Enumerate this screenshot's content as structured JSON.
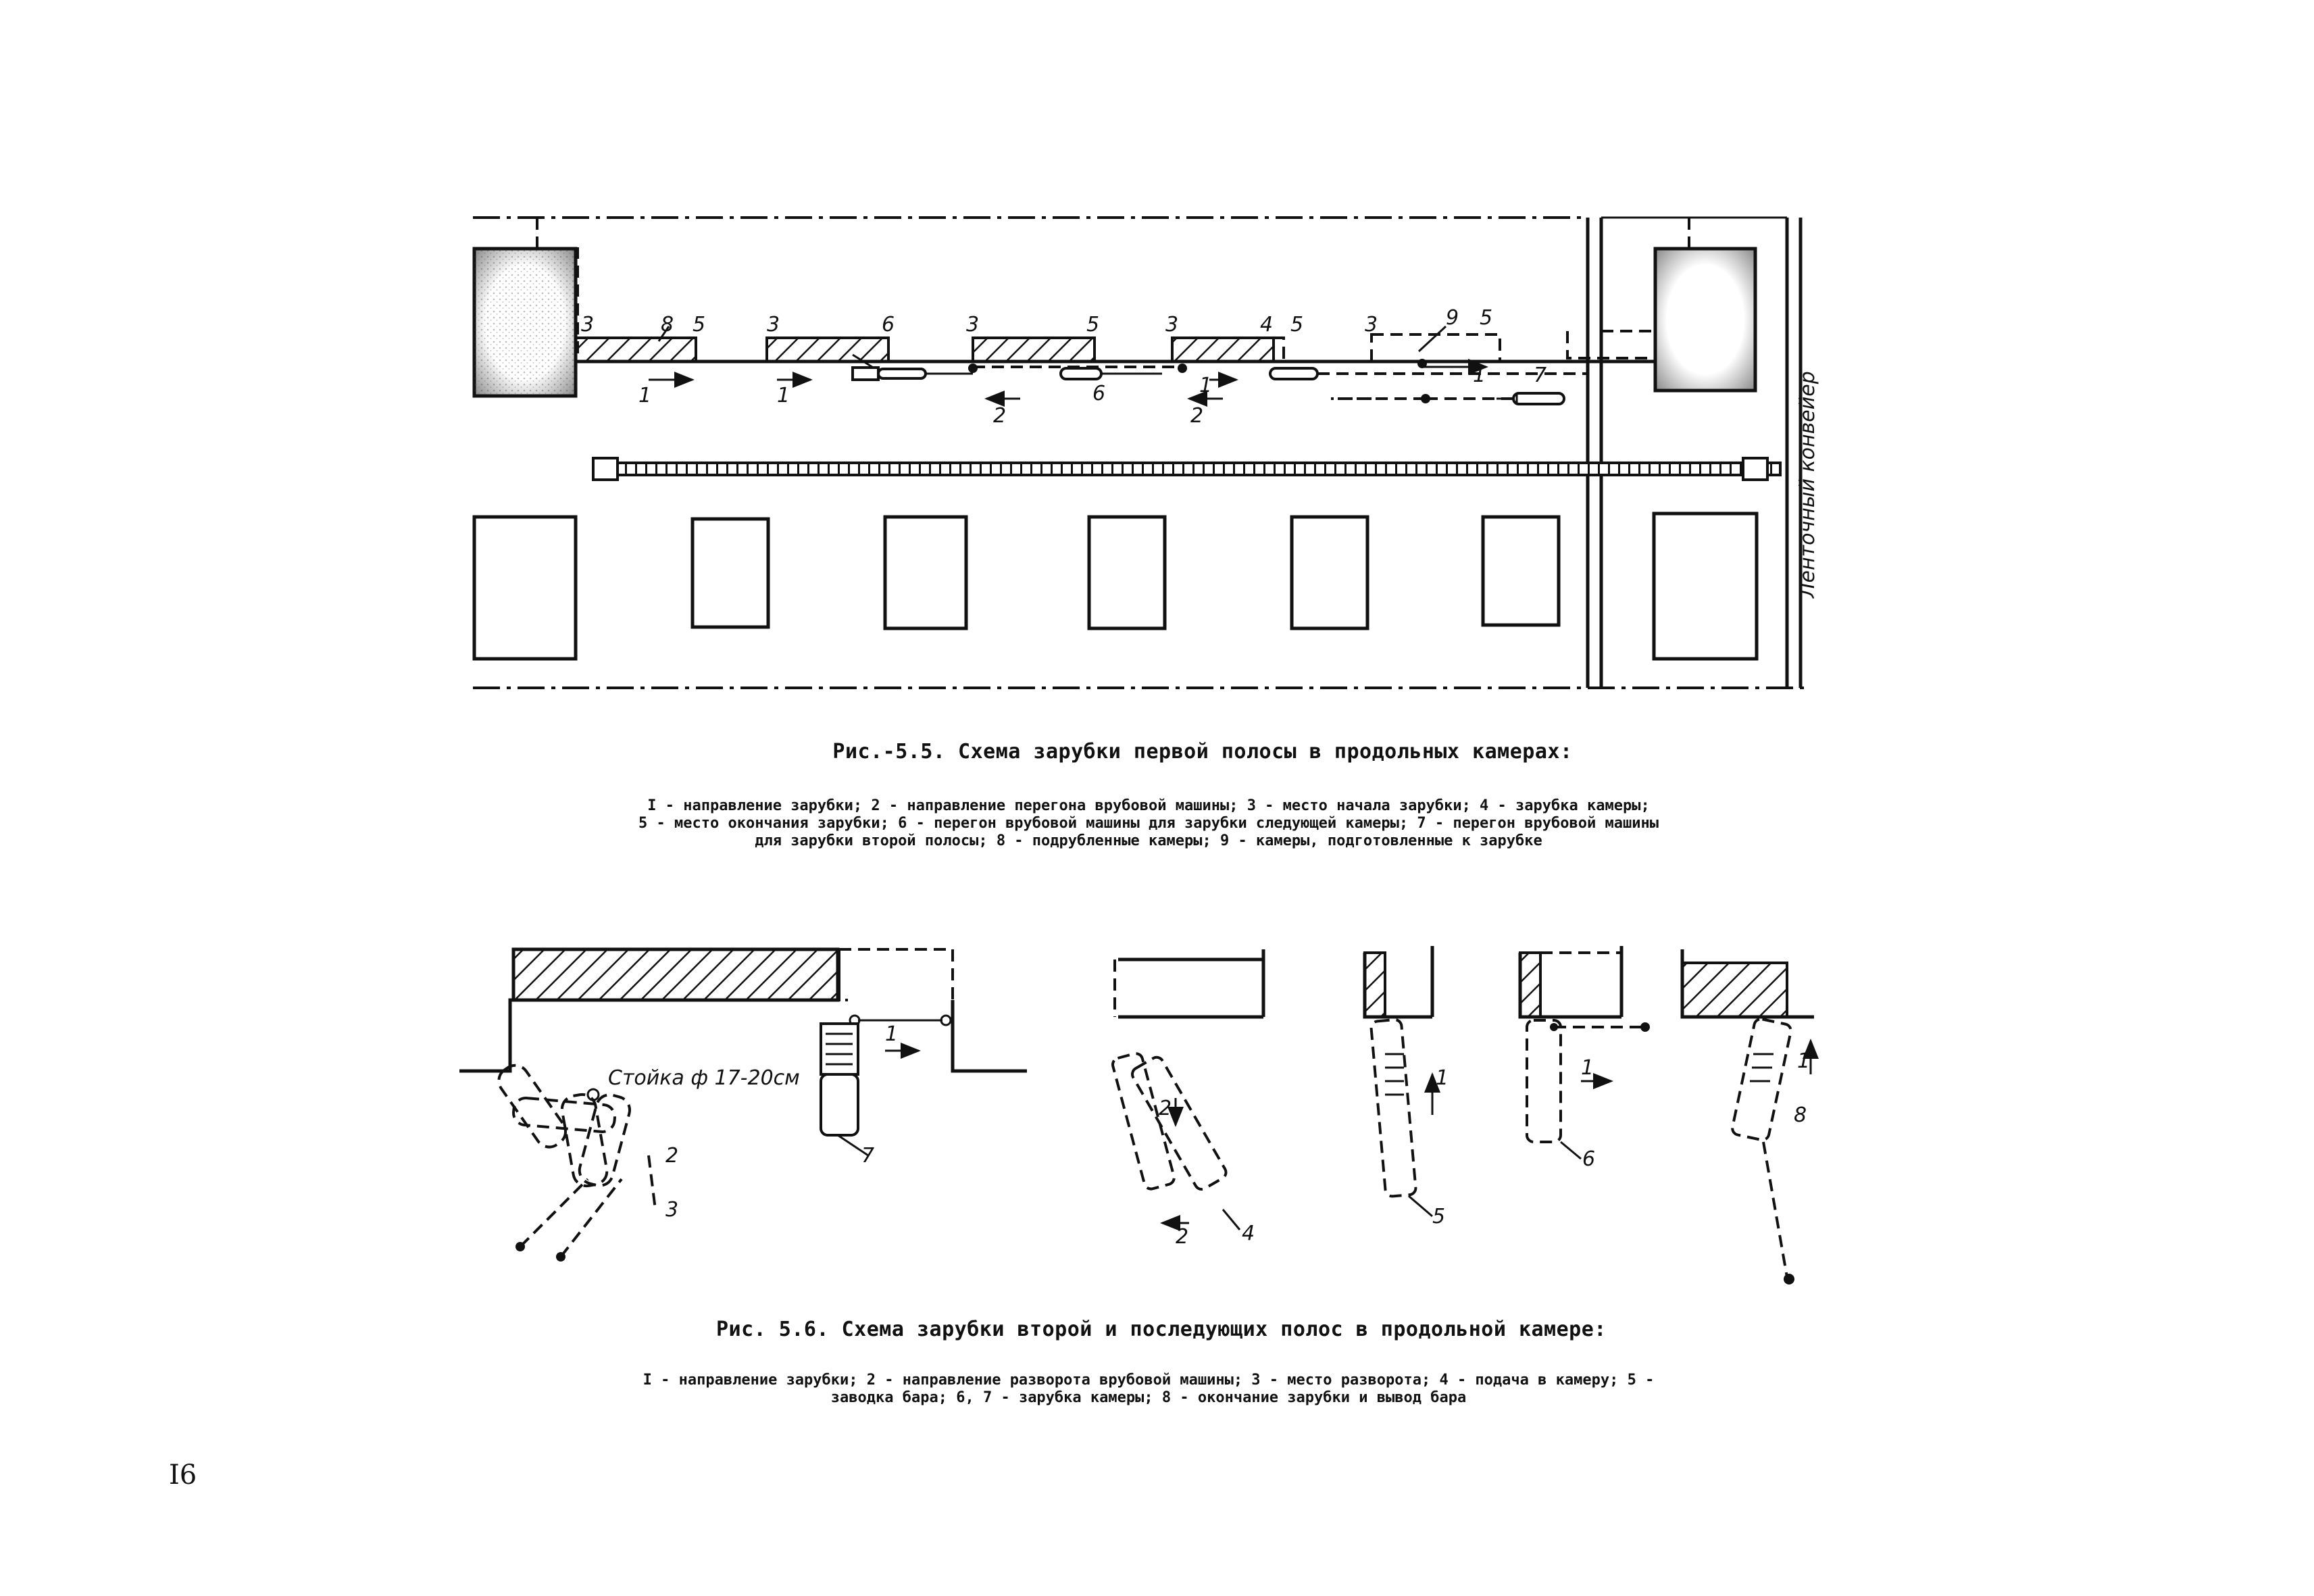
{
  "figure_top": {
    "labels": {
      "n1a": "1",
      "n1b": "1",
      "n1c": "1",
      "n1d": "1",
      "n2a": "2",
      "n2b": "2",
      "n3a": "3",
      "n3b": "3",
      "n3c": "3",
      "n3d": "3",
      "n3e": "3",
      "n4": "4",
      "n5a": "5",
      "n5b": "5",
      "n5c": "5",
      "n5d": "5",
      "n6a": "6",
      "n6b": "6",
      "n7": "7",
      "n8": "8",
      "n9": "9",
      "conveyor": "Ленточный конвейер"
    },
    "caption": "Рис.-5.5. Схема зарубки первой полосы в продольных камерах:",
    "legend": [
      "I - направление зарубки;  2 - направление перегона врубовой машины;  3 - место начала зарубки;  4 - зарубка камеры;",
      "5 - место окончания зарубки; 6 - перегон врубовой машины для зарубки следующей камеры;  7 - перегон врубовой машины",
      "для зарубки второй полосы; 8 - подрубленные камеры; 9 - камеры, подготовленные к зарубке"
    ]
  },
  "figure_bottom": {
    "labels": {
      "stoika": "Стойка ф 17-20см",
      "b1a": "1",
      "b1b": "1",
      "b1c": "1",
      "b1d": "1",
      "b2a": "2",
      "b2b": "2",
      "b3": "3",
      "b4": "4",
      "b5": "5",
      "b6": "6",
      "b7": "7",
      "b8": "8"
    },
    "caption": "Рис. 5.6. Схема зарубки второй и последующих полос в продольной камере:",
    "legend": [
      "I - направление зарубки;  2 - направление разворота врубовой машины;  3 - место разворота;  4 - подача  в камеру; 5 -",
      "заводка бара; 6, 7 - зарубка камеры; 8 - окончание зарубки и вывод бара"
    ]
  },
  "page_number": "I6"
}
